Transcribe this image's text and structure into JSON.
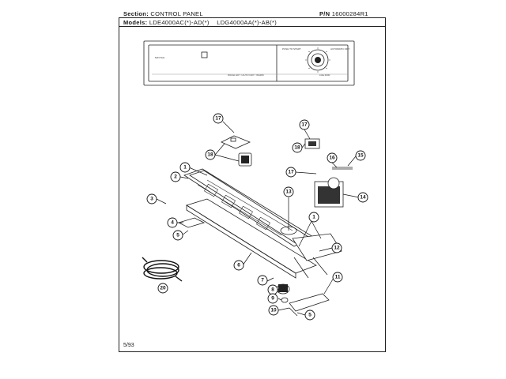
{
  "header": {
    "section_label": "Section:",
    "section_value": "CONTROL PANEL",
    "pn_label": "P/N",
    "pn_value": "16000284R1",
    "models_label": "Models:",
    "models_value_1": "LDE4000AC(*)-AD(*)",
    "models_value_2": "LDG4000AA(*)-AB(*)"
  },
  "panel": {
    "brand": "MAYTAG",
    "left_knob_label": "PUSH TO START",
    "right_knob_label": "AUTOMATIC DRY",
    "bottom_note": "WASH HOT / AUTO DRY / WARM",
    "right_note": "LDE 4000"
  },
  "callouts": [
    "17",
    "18",
    "17",
    "16",
    "15",
    "1",
    "2",
    "17",
    "13",
    "14",
    "3",
    "4",
    "5",
    "1",
    "12",
    "6",
    "7",
    "8",
    "9",
    "10",
    "11",
    "5",
    "20"
  ],
  "footer": {
    "date": "5/93"
  }
}
